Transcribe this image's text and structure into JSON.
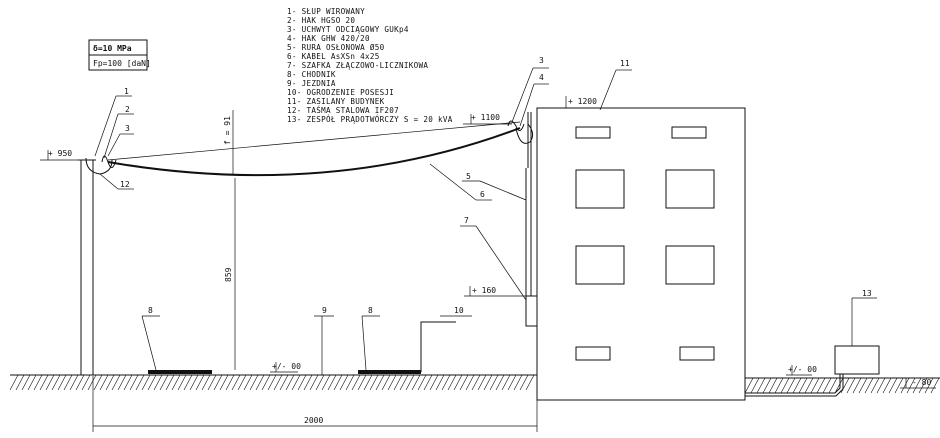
{
  "legend": [
    "1- SŁUP WIROWANY",
    "2- HAK HGSO 20",
    "3- UCHWYT ODCIĄGOWY GUKp4",
    "4- HAK GHW 420/20",
    "5- RURA OSŁONOWA Ø50",
    "6- KABEL AsXSn 4x25",
    "7- SZAFKA ZŁĄCZOWO-LICZNIKOWA",
    "8- CHODNIK",
    "9- JEZDNIA",
    "10- OGRODZENIE POSESJI",
    "11- ZASILANY BUDYNEK",
    "12- TAŚMA STALOWA IF207",
    "13- ZESPÓŁ PRĄDOTWÓRCZY S = 20 kVA"
  ],
  "spec_box": {
    "stress": "δ=10 MPa",
    "force": "Fp=100 [daN]"
  },
  "callouts": {
    "n1": "1",
    "n2": "2",
    "n3_left": "3",
    "n12": "12",
    "n3_right": "3",
    "n4": "4",
    "n11": "11",
    "n5": "5",
    "n6": "6",
    "n7": "7",
    "n8_left": "8",
    "n9": "9",
    "n8_right": "8",
    "n10": "10",
    "n13": "13"
  },
  "levels": {
    "pole_top": "+ 950",
    "hook": "+ 1100",
    "roof": "+ 1200",
    "cabinet": "+ 160",
    "ground_road": "+/- 00",
    "ground_right": "+/- 00",
    "depth": "- 80"
  },
  "dimensions": {
    "sag": "f = 91",
    "clearance": "859",
    "span": "2000"
  }
}
